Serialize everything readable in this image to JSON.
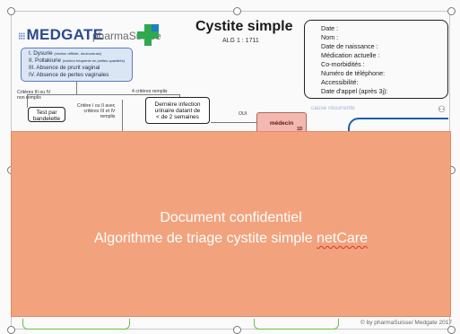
{
  "header": {
    "logo_text": "MEDGATE",
    "partner_text": "pharmaSuisse",
    "title": "Cystite simple",
    "alg": "ALG 1 : 1711"
  },
  "info_fields": [
    "Date :",
    "Nom :",
    "Date de naissance :",
    "Médication actuelle :",
    "Co-morbidités :",
    "Numéro de téléphone:",
    "Accessibilité:",
    "Date d'appel (après 3j):"
  ],
  "symptoms": [
    {
      "label": "I. Dysurie",
      "note": "(miction difficile, douloureuse)"
    },
    {
      "label": "II. Pollakiurie",
      "note": "(miction fréquente en petites quantités)"
    },
    {
      "label": "III. Absence de prurit vaginal",
      "note": ""
    },
    {
      "label": "IV. Absence de pertes vaginales",
      "note": ""
    }
  ],
  "flow": {
    "criteria_left": "Critères III ou IV",
    "criteria_left2": "non remplis",
    "criteria_four": "4 critères remplis",
    "criteria_mid1": "Critère I ou II avec",
    "criteria_mid2": "critères III et IV",
    "criteria_mid3": "remplis",
    "test_label1": "Test par",
    "test_label2": "bandelette",
    "infection1": "Dernière infection",
    "infection2": "urinaire datant de",
    "infection3": "< de 2 semaines",
    "oui": "OUI",
    "medecin": "médecin",
    "medecin_sub": "1D",
    "faded_text": "cause récurrente"
  },
  "overlay": {
    "line1": "Document confidentiel",
    "line2_prefix": "Algorithme de triage cystite simple ",
    "line2_word": "netCare"
  },
  "footer": {
    "copyright": "© by pharmaSuisse/ Medgate 2017"
  },
  "colors": {
    "overlay": "#f2a37d",
    "medgate_blue": "#2b4a8b",
    "pharma_green": "#2fa84f",
    "medecin_red": "#f3b9b1",
    "symptom_box": "#dbe6f5"
  }
}
